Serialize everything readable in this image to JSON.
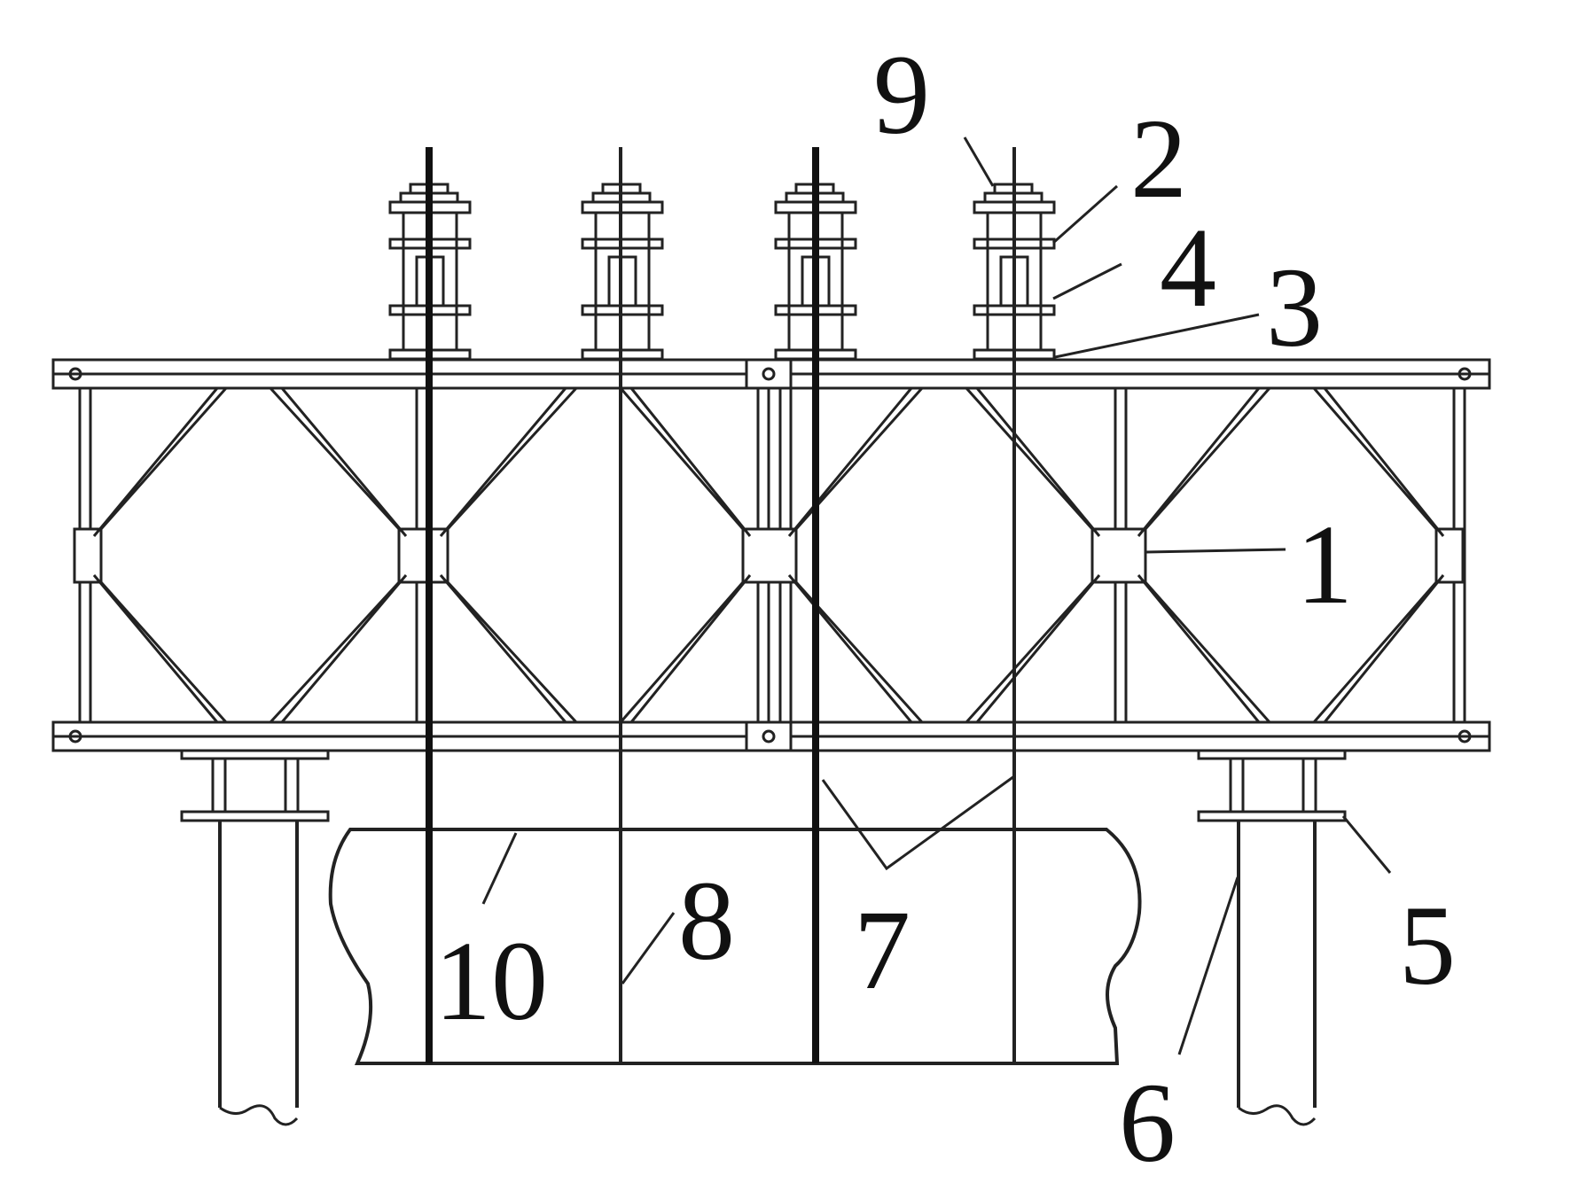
{
  "colors": {
    "line": "#222222",
    "background": "#ffffff"
  },
  "labels": {
    "l1": "1",
    "l2": "2",
    "l3": "3",
    "l4": "4",
    "l5": "5",
    "l6": "6",
    "l7": "7",
    "l8": "8",
    "l9": "9",
    "l10": "10"
  }
}
